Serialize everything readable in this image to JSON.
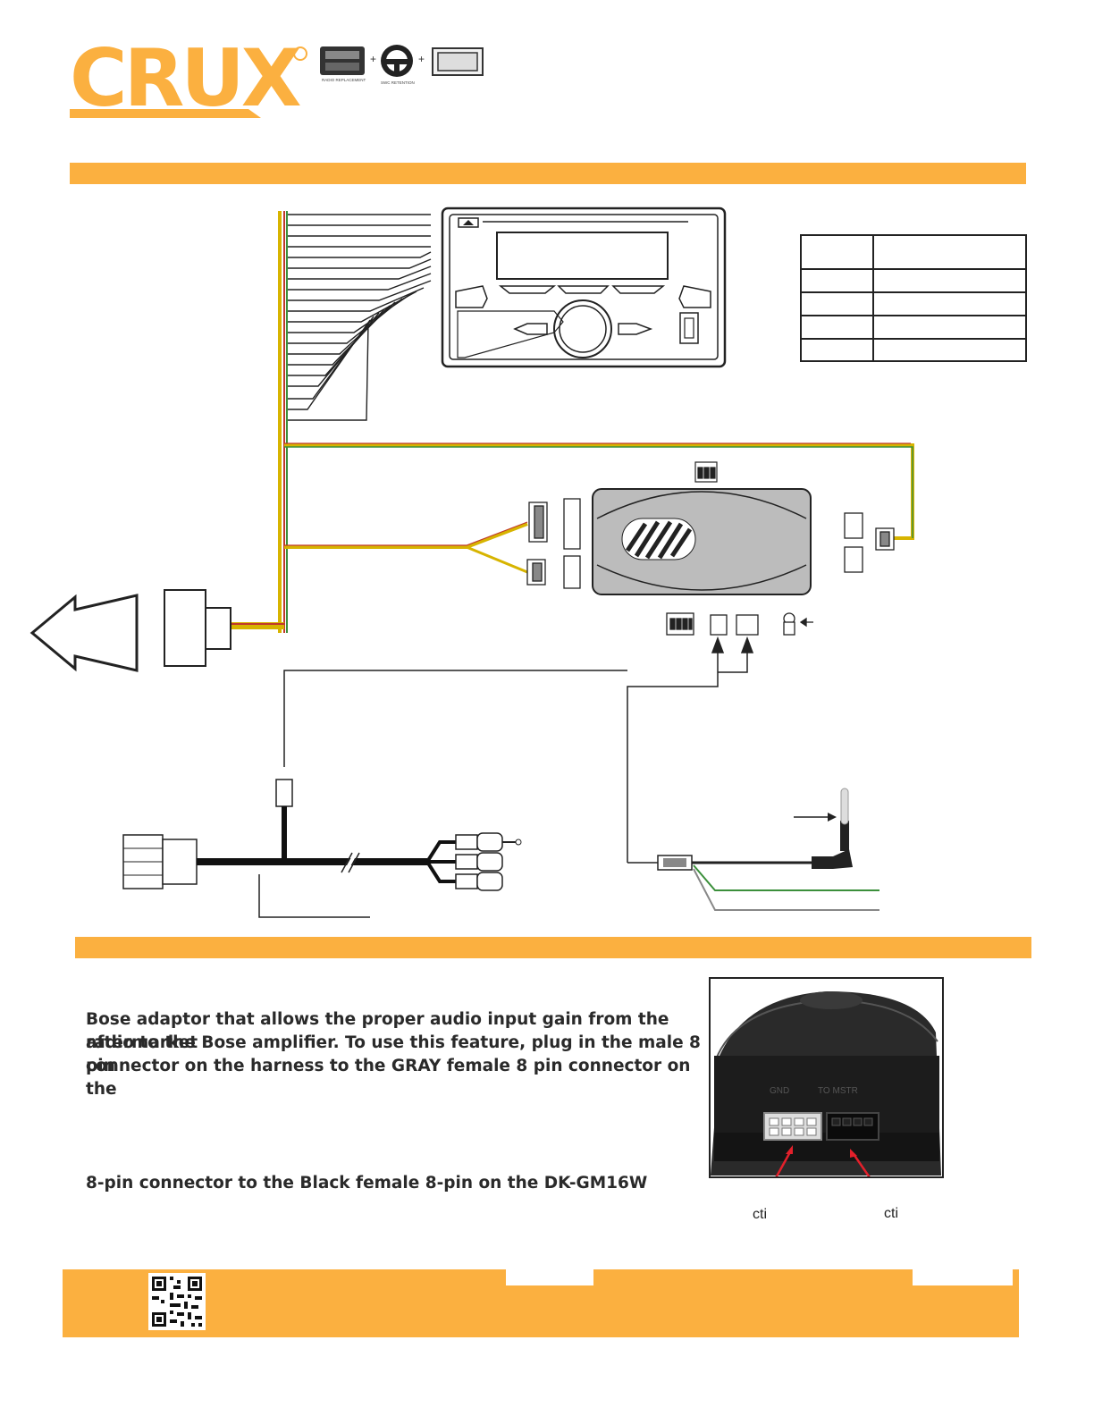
{
  "brand": {
    "name": "CRUX",
    "color": "#fbb040",
    "badge_left_label": "RADIO REPLACEMENT",
    "badge_mid_label": "SWC RETENTION"
  },
  "icons": [
    "radio-icon",
    "steering-wheel-icon",
    "dash-kit-icon",
    "qr-code-icon"
  ],
  "description": {
    "line1": "Bose adaptor that allows the proper audio input gain from the aftermarket",
    "line2": "radio to the Bose amplifier. To use this feature, plug in the male 8 pin",
    "line3": "connector on the harness to the GRAY female 8 pin connector on the",
    "line4": "8-pin connector to the Black female 8-pin on the DK-GM16W"
  },
  "photo_captions": {
    "left": "cti",
    "right": "cti"
  },
  "colors": {
    "accent": "#fbb040",
    "wire_yellow": "#d7b400",
    "wire_red": "#c0392b",
    "wire_green": "#3b8f3b",
    "module_gray": "#bcbcbc"
  }
}
